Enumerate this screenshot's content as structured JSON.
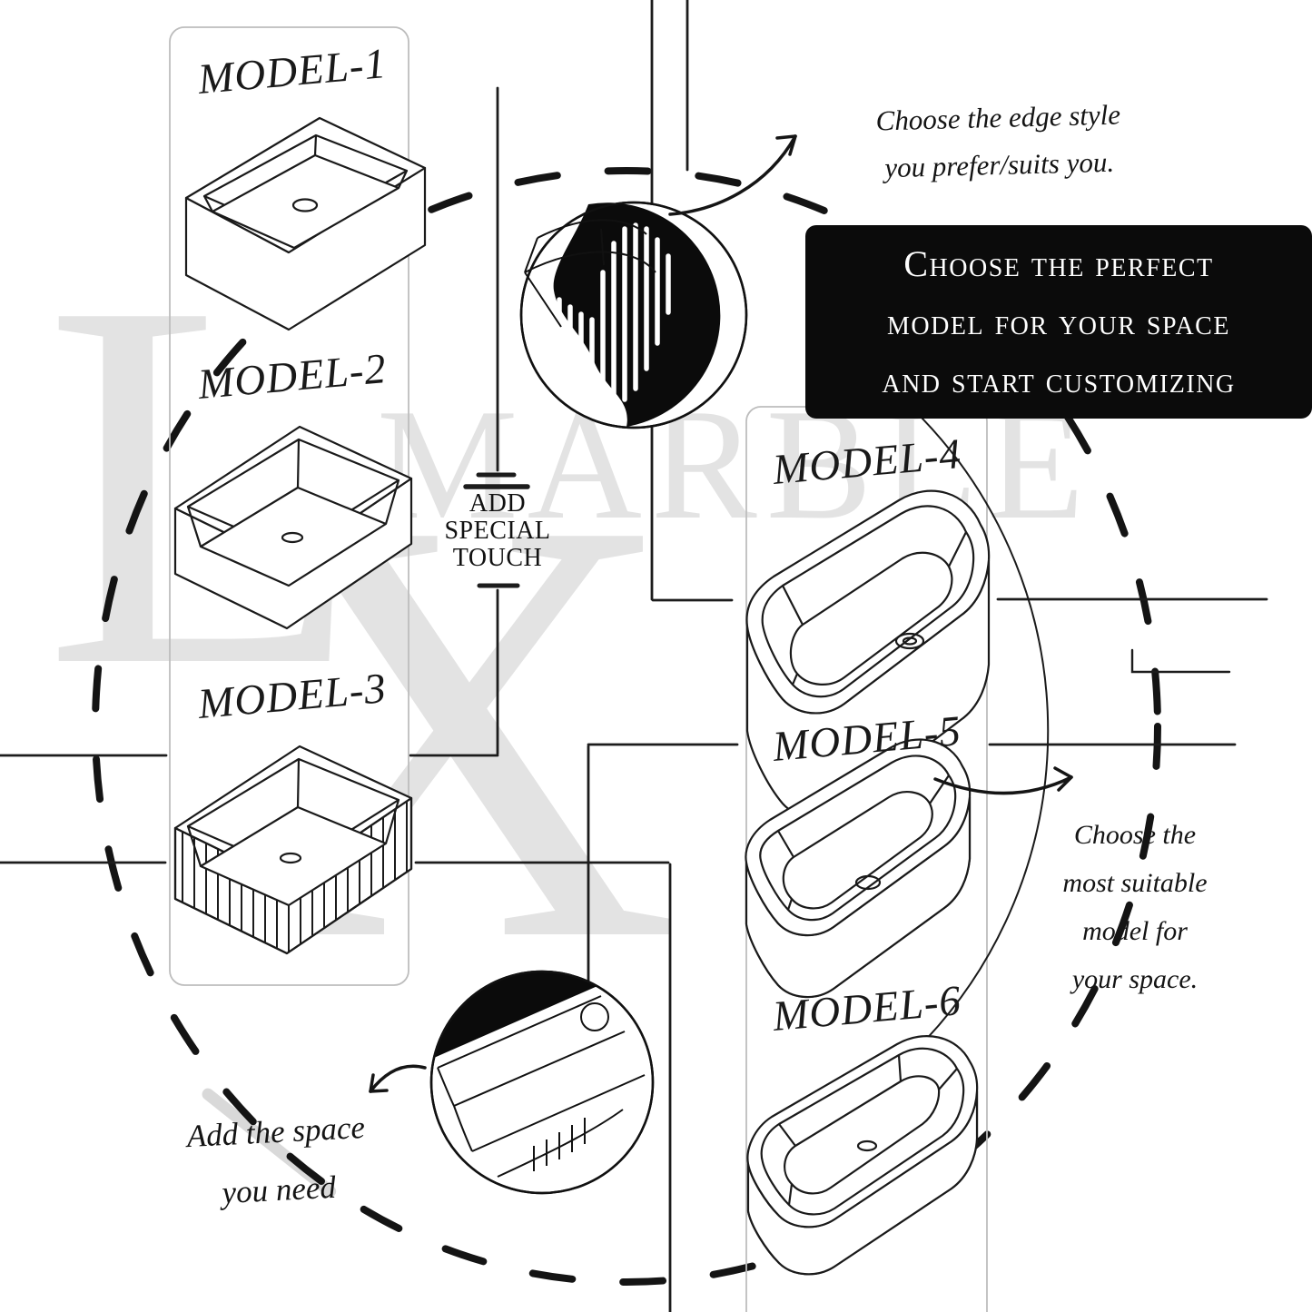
{
  "headline_box": {
    "lines": [
      "Choose the perfect",
      "model for your space",
      "and start customizing"
    ]
  },
  "models": [
    {
      "label": "MODEL-1"
    },
    {
      "label": "MODEL-2"
    },
    {
      "label": "MODEL-3"
    },
    {
      "label": "MODEL-4"
    },
    {
      "label": "MODEL-5"
    },
    {
      "label": "MODEL-6"
    }
  ],
  "special_touch": {
    "lines": [
      "ADD",
      "SPECIAL",
      "TOUCH"
    ]
  },
  "notes": {
    "edge_style": {
      "lines": [
        "Choose the edge style",
        "you prefer/suits you."
      ]
    },
    "suitable": {
      "lines": [
        "Choose the",
        "most suitable",
        "model for",
        "your space."
      ]
    },
    "space": {
      "lines": [
        "Add the space",
        "you need"
      ]
    }
  },
  "watermark": {
    "monogram_top": "L",
    "monogram_bottom": "X",
    "brand": "MARBLE"
  },
  "colors": {
    "ink": "#1a1a1a",
    "watermark_gray": "#e3e3e3",
    "headline_bg": "#0b0b0b",
    "headline_text": "#ffffff",
    "panel_border": "#bdbdbd"
  }
}
